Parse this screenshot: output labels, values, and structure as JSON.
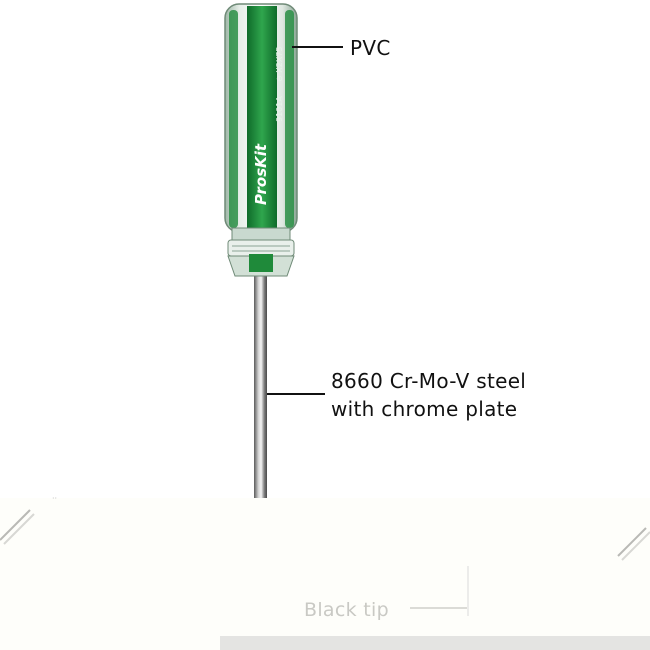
{
  "labels": {
    "handle": "PVC",
    "shaft_line1": "8660 Cr-Mo-V steel",
    "shaft_line2": "with chrome plate",
    "tip": "Black tip"
  },
  "handle_markings": {
    "brand": "ProsKit",
    "model": "9101A",
    "size": "⊖ X2X75"
  },
  "colors": {
    "handle_green": "#1f8a3a",
    "handle_clear": "#d9e4dc",
    "shaft": "#8a8a8a",
    "callout_line": "#111111"
  }
}
